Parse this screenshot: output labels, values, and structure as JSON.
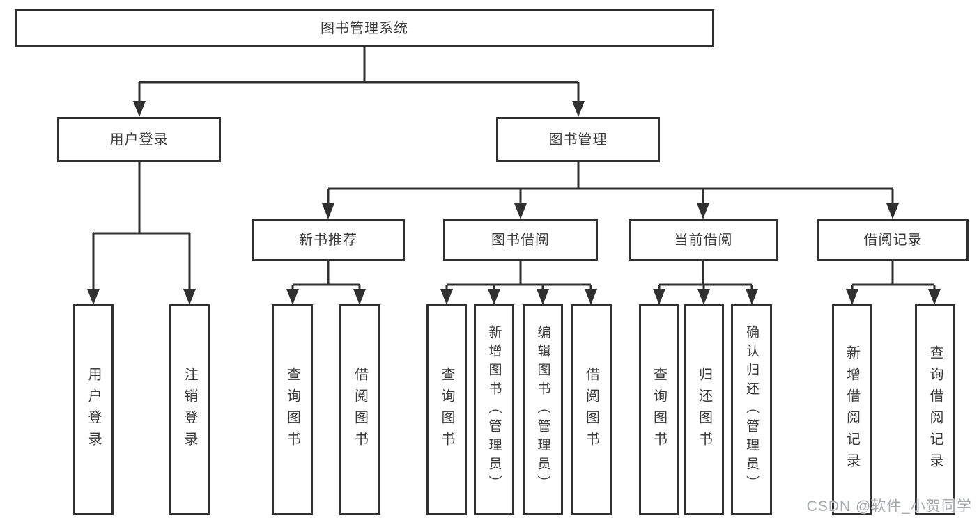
{
  "diagram": {
    "root": {
      "label": "图书管理系统"
    },
    "level1": [
      {
        "label": "用户登录"
      },
      {
        "label": "图书管理"
      }
    ],
    "level2": [
      {
        "label": "新书推荐"
      },
      {
        "label": "图书借阅"
      },
      {
        "label": "当前借阅"
      },
      {
        "label": "借阅记录"
      }
    ],
    "leaves": {
      "user_login": [
        {
          "label": "用户登录"
        },
        {
          "label": "注销登录"
        }
      ],
      "new_book_recommend": [
        {
          "label": "查询图书"
        },
        {
          "label": "借阅图书"
        }
      ],
      "book_borrow": [
        {
          "label": "查询图书"
        },
        {
          "label": "新增图书（管理员）"
        },
        {
          "label": "编辑图书（管理员）"
        },
        {
          "label": "借阅图书"
        }
      ],
      "current_borrow": [
        {
          "label": "查询图书"
        },
        {
          "label": "归还图书"
        },
        {
          "label": "确认归还（管理员）"
        }
      ],
      "borrow_records": [
        {
          "label": "新增借阅记录"
        },
        {
          "label": "查询借阅记录"
        }
      ]
    }
  },
  "watermark": {
    "text": "CSDN @软件_小贺同学"
  },
  "colors": {
    "line": "#303030",
    "text": "#3a3a3a",
    "watermark": "#a7aaae",
    "background": "#ffffff"
  }
}
